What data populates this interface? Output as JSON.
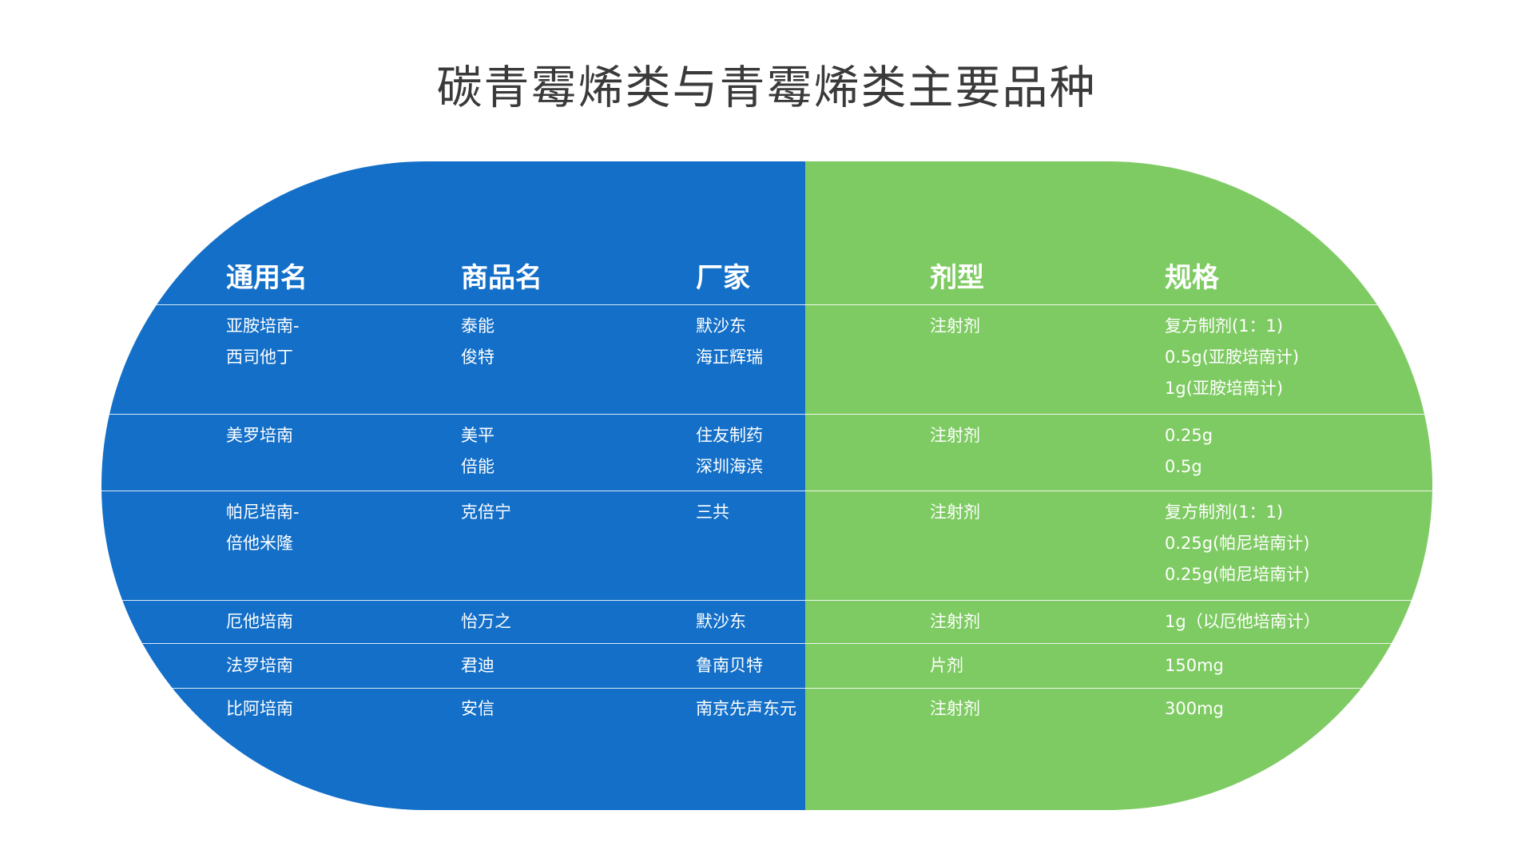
{
  "title": "碳青霉烯类与青霉烯类主要品种",
  "colors": {
    "left_half": "#136fc8",
    "right_half": "#7fcb63",
    "text": "#ffffff",
    "title": "#3a3a3a"
  },
  "headers": [
    "通用名",
    "商品名",
    "厂家",
    "剂型",
    "规格"
  ],
  "rows": [
    {
      "generic": [
        "亚胺培南-",
        "西司他丁"
      ],
      "brand": [
        "泰能",
        "俊特"
      ],
      "maker": [
        "默沙东",
        "海正辉瑞"
      ],
      "form": [
        "注射剂"
      ],
      "spec": [
        "复方制剂(1：1)",
        "0.5g(亚胺培南计)",
        "1g(亚胺培南计)"
      ]
    },
    {
      "generic": [
        "美罗培南"
      ],
      "brand": [
        "美平",
        "倍能"
      ],
      "maker": [
        "住友制药",
        "深圳海滨"
      ],
      "form": [
        "注射剂"
      ],
      "spec": [
        "0.25g",
        "0.5g"
      ]
    },
    {
      "generic": [
        "帕尼培南-",
        "倍他米隆"
      ],
      "brand": [
        "克倍宁"
      ],
      "maker": [
        "三共"
      ],
      "form": [
        "注射剂"
      ],
      "spec": [
        "复方制剂(1：1)",
        "0.25g(帕尼培南计)",
        "0.25g(帕尼培南计)"
      ]
    },
    {
      "generic": [
        "厄他培南"
      ],
      "brand": [
        "怡万之"
      ],
      "maker": [
        "默沙东"
      ],
      "form": [
        "注射剂"
      ],
      "spec": [
        "1g（以厄他培南计）"
      ]
    },
    {
      "generic": [
        "法罗培南"
      ],
      "brand": [
        "君迪"
      ],
      "maker": [
        "鲁南贝特"
      ],
      "form": [
        "片剂"
      ],
      "spec": [
        "150mg"
      ]
    },
    {
      "generic": [
        "比阿培南"
      ],
      "brand": [
        "安信"
      ],
      "maker": [
        "南京先声东元"
      ],
      "form": [
        "注射剂"
      ],
      "spec": [
        "300mg"
      ]
    }
  ]
}
